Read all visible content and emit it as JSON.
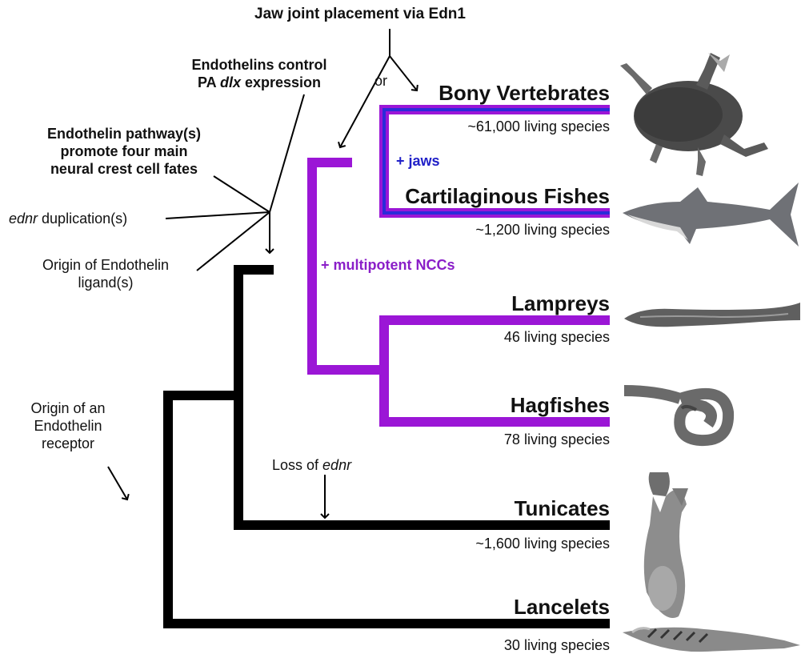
{
  "taxa": [
    {
      "name": "Bony Vertebrates",
      "species": "~61,000 living species"
    },
    {
      "name": "Cartilaginous Fishes",
      "species": "~1,200 living species"
    },
    {
      "name": "Lampreys",
      "species": "46 living species"
    },
    {
      "name": "Hagfishes",
      "species": "78 living species"
    },
    {
      "name": "Tunicates",
      "species": "~1,600 living species"
    },
    {
      "name": "Lancelets",
      "species": "30 living species"
    }
  ],
  "events": {
    "jaw_joint": "Jaw joint placement via Edn1",
    "or": "or",
    "dlx_line1": "Endothelins control",
    "dlx_pre": "PA ",
    "dlx_gene": "dlx",
    "dlx_post": " expression",
    "fates_line1": "Endothelin pathway(s)",
    "fates_line2": "promote four main",
    "fates_line3": "neural crest cell fates",
    "dup_gene": "ednr",
    "dup_post": " duplication(s)",
    "ligand_line1": "Origin of Endothelin",
    "ligand_line2": "ligand(s)",
    "receptor_line1": "Origin of an",
    "receptor_line2": "Endothelin",
    "receptor_line3": "receptor",
    "loss_pre": "Loss of ",
    "loss_gene": "ednr",
    "jaws": "+ jaws",
    "nccs": "+ multipotent NCCs"
  },
  "colors": {
    "black": "#000000",
    "purple": "#9b16d6",
    "blue": "#2b2bd9",
    "jaws_text": "#2020c8",
    "nccs_text": "#8a1ec8"
  }
}
